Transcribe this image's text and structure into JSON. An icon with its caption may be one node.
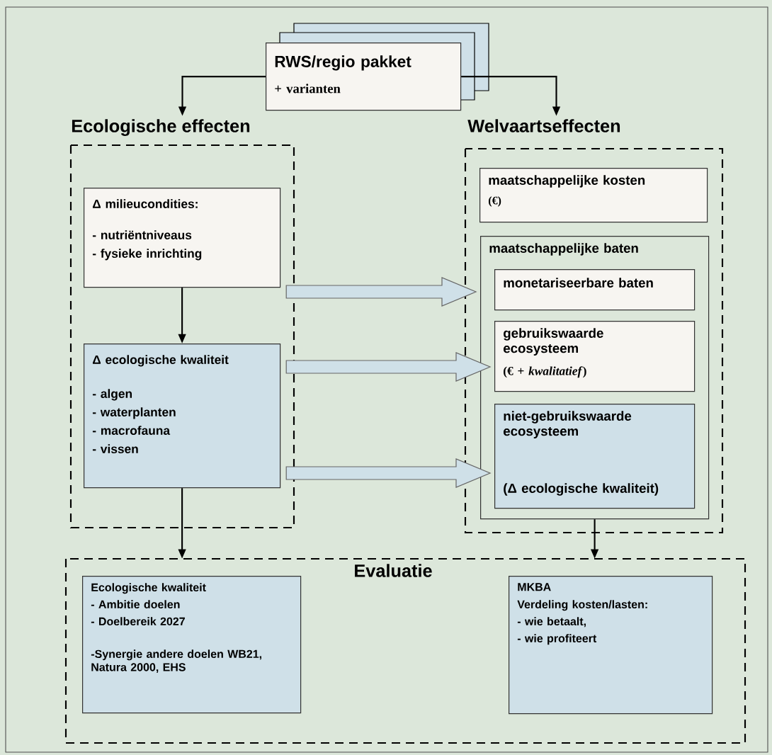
{
  "diagram": {
    "nodes": [
      {
        "text": [
          "RWS/regio pakket",
          "+ varianten"
        ]
      },
      {
        "text": [
          "Ecologische effecten"
        ]
      },
      {
        "text": [
          "Δ milieucondities:",
          "- nutriëntniveaus",
          "- fysieke inrichting"
        ],
        "in": 1
      },
      {
        "text": [
          "Δ ecologische kwaliteit",
          "- algen",
          "- waterplanten",
          "- macrofauna",
          "- vissen"
        ],
        "in": 1
      },
      {
        "text": [
          "Welvaartseffecten"
        ]
      },
      {
        "text": [
          "maatschappelijke kosten",
          "(€)"
        ],
        "in": 4
      },
      {
        "text": [
          "maatschappelijke baten"
        ],
        "in": 4
      },
      {
        "text": [
          "monetariseerbare baten"
        ],
        "in": 6
      },
      {
        "text": [
          "gebruikswaarde ecosysteem",
          "(€ + *kwalitatief*)"
        ],
        "in": 6
      },
      {
        "text": [
          "niet-gebruikswaarde ecosysteem",
          "(Δ ecologische kwaliteit)"
        ],
        "in": 6
      },
      {
        "text": [
          "Evaluatie"
        ]
      },
      {
        "text": [
          "Ecologische kwaliteit",
          "- Ambitie doelen",
          "- Doelbereik 2027",
          "-Synergie andere doelen WB21, Natura 2000, EHS"
        ],
        "in": 10
      },
      {
        "text": [
          "MKBA",
          "Verdeling kosten/lasten:",
          "- wie betaalt,",
          "- wie profiteert"
        ],
        "in": 10
      }
    ],
    "edges": [
      {
        "from": 0,
        "to": 1,
        "arrow": "to"
      },
      {
        "from": 0,
        "to": 4,
        "arrow": "to"
      },
      {
        "from": 2,
        "to": 3,
        "arrow": "to"
      },
      {
        "from": 2,
        "to": 6,
        "arrow": "to",
        "style": "thick"
      },
      {
        "from": 3,
        "to": 8,
        "arrow": "to",
        "style": "thick"
      },
      {
        "from": 3,
        "to": 9,
        "arrow": "to",
        "style": "thick"
      },
      {
        "from": 3,
        "to": 10,
        "arrow": "to"
      },
      {
        "from": 6,
        "to": 10,
        "arrow": "to"
      }
    ]
  }
}
